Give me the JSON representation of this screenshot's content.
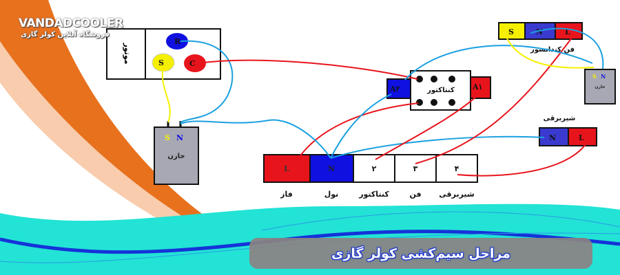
{
  "brand": {
    "name": "VANDADCOOLER",
    "tagline": "فروشگاه آنلاین کولر گازی"
  },
  "title": "مراحل سیم‌کشی کولر گازی",
  "colors": {
    "live": "#e8141c",
    "neutral": "#1c1ce0",
    "start": "#f5f000",
    "wire_blue": "#1aa0e0",
    "banner": "#22e3d5",
    "swoosh": "#e8711e",
    "capacitor": "#a8a8b4"
  },
  "motor": {
    "label": "موتور",
    "terminals": {
      "R": "R",
      "S": "S",
      "C": "C"
    }
  },
  "capacitor_left": {
    "label": "خازن",
    "S": "S",
    "N": "N"
  },
  "contactor": {
    "label": "کنتاکتور",
    "A2": "A۲",
    "A1": "A۱"
  },
  "fan_condenser": {
    "label": "فن کندانسور",
    "S": "S",
    "N": "N",
    "L": "L"
  },
  "capacitor_right": {
    "label": "خازن",
    "S": "S",
    "N": "N"
  },
  "solenoid": {
    "label": "شیربرقی",
    "N": "N",
    "L": "L"
  },
  "terminal_block": [
    {
      "value": "L",
      "label": "فاز"
    },
    {
      "value": "N",
      "label": "نول"
    },
    {
      "value": "۲",
      "label": "کنتاکتور"
    },
    {
      "value": "۳",
      "label": "فن"
    },
    {
      "value": "۴",
      "label": "شیربرقی"
    }
  ]
}
